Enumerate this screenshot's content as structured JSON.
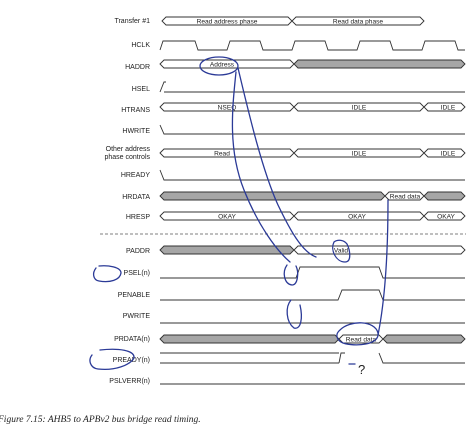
{
  "caption": "Figure 7.15: AHB5 to APBv2 bus bridge read timing.",
  "header": {
    "label": "Transfer #1",
    "phases": [
      "Read address phase",
      "Read data phase"
    ]
  },
  "signals": {
    "hclk": "HCLK",
    "haddr": "HADDR",
    "hsel": "HSEL",
    "htrans": "HTRANS",
    "hwrite": "HWRITE",
    "other_line1": "Other address",
    "other_line2": "phase controls",
    "hready": "HREADY",
    "hrdata": "HRDATA",
    "hresp": "HRESP",
    "paddr": "PADDR",
    "psel": "PSEL(n)",
    "penable": "PENABLE",
    "pwrite": "PWRITE",
    "prdata": "PRDATA(n)",
    "pready": "PREADY(n)",
    "pslverr": "PSLVERR(n)"
  },
  "values": {
    "haddr_address": "Address",
    "htrans_nseq": "NSEQ",
    "htrans_idle_1": "IDLE",
    "htrans_idle_2": "IDLE",
    "other_read": "Read",
    "other_idle_1": "IDLE",
    "other_idle_2": "IDLE",
    "hrdata_read_data": "Read data",
    "hresp_okay_1": "OKAY",
    "hresp_okay_2": "OKAY",
    "hresp_okay_3": "OKAY",
    "paddr_valid": "Valid",
    "prdata_read_data": "Read data"
  },
  "annotations": {
    "question_mark": "?"
  }
}
